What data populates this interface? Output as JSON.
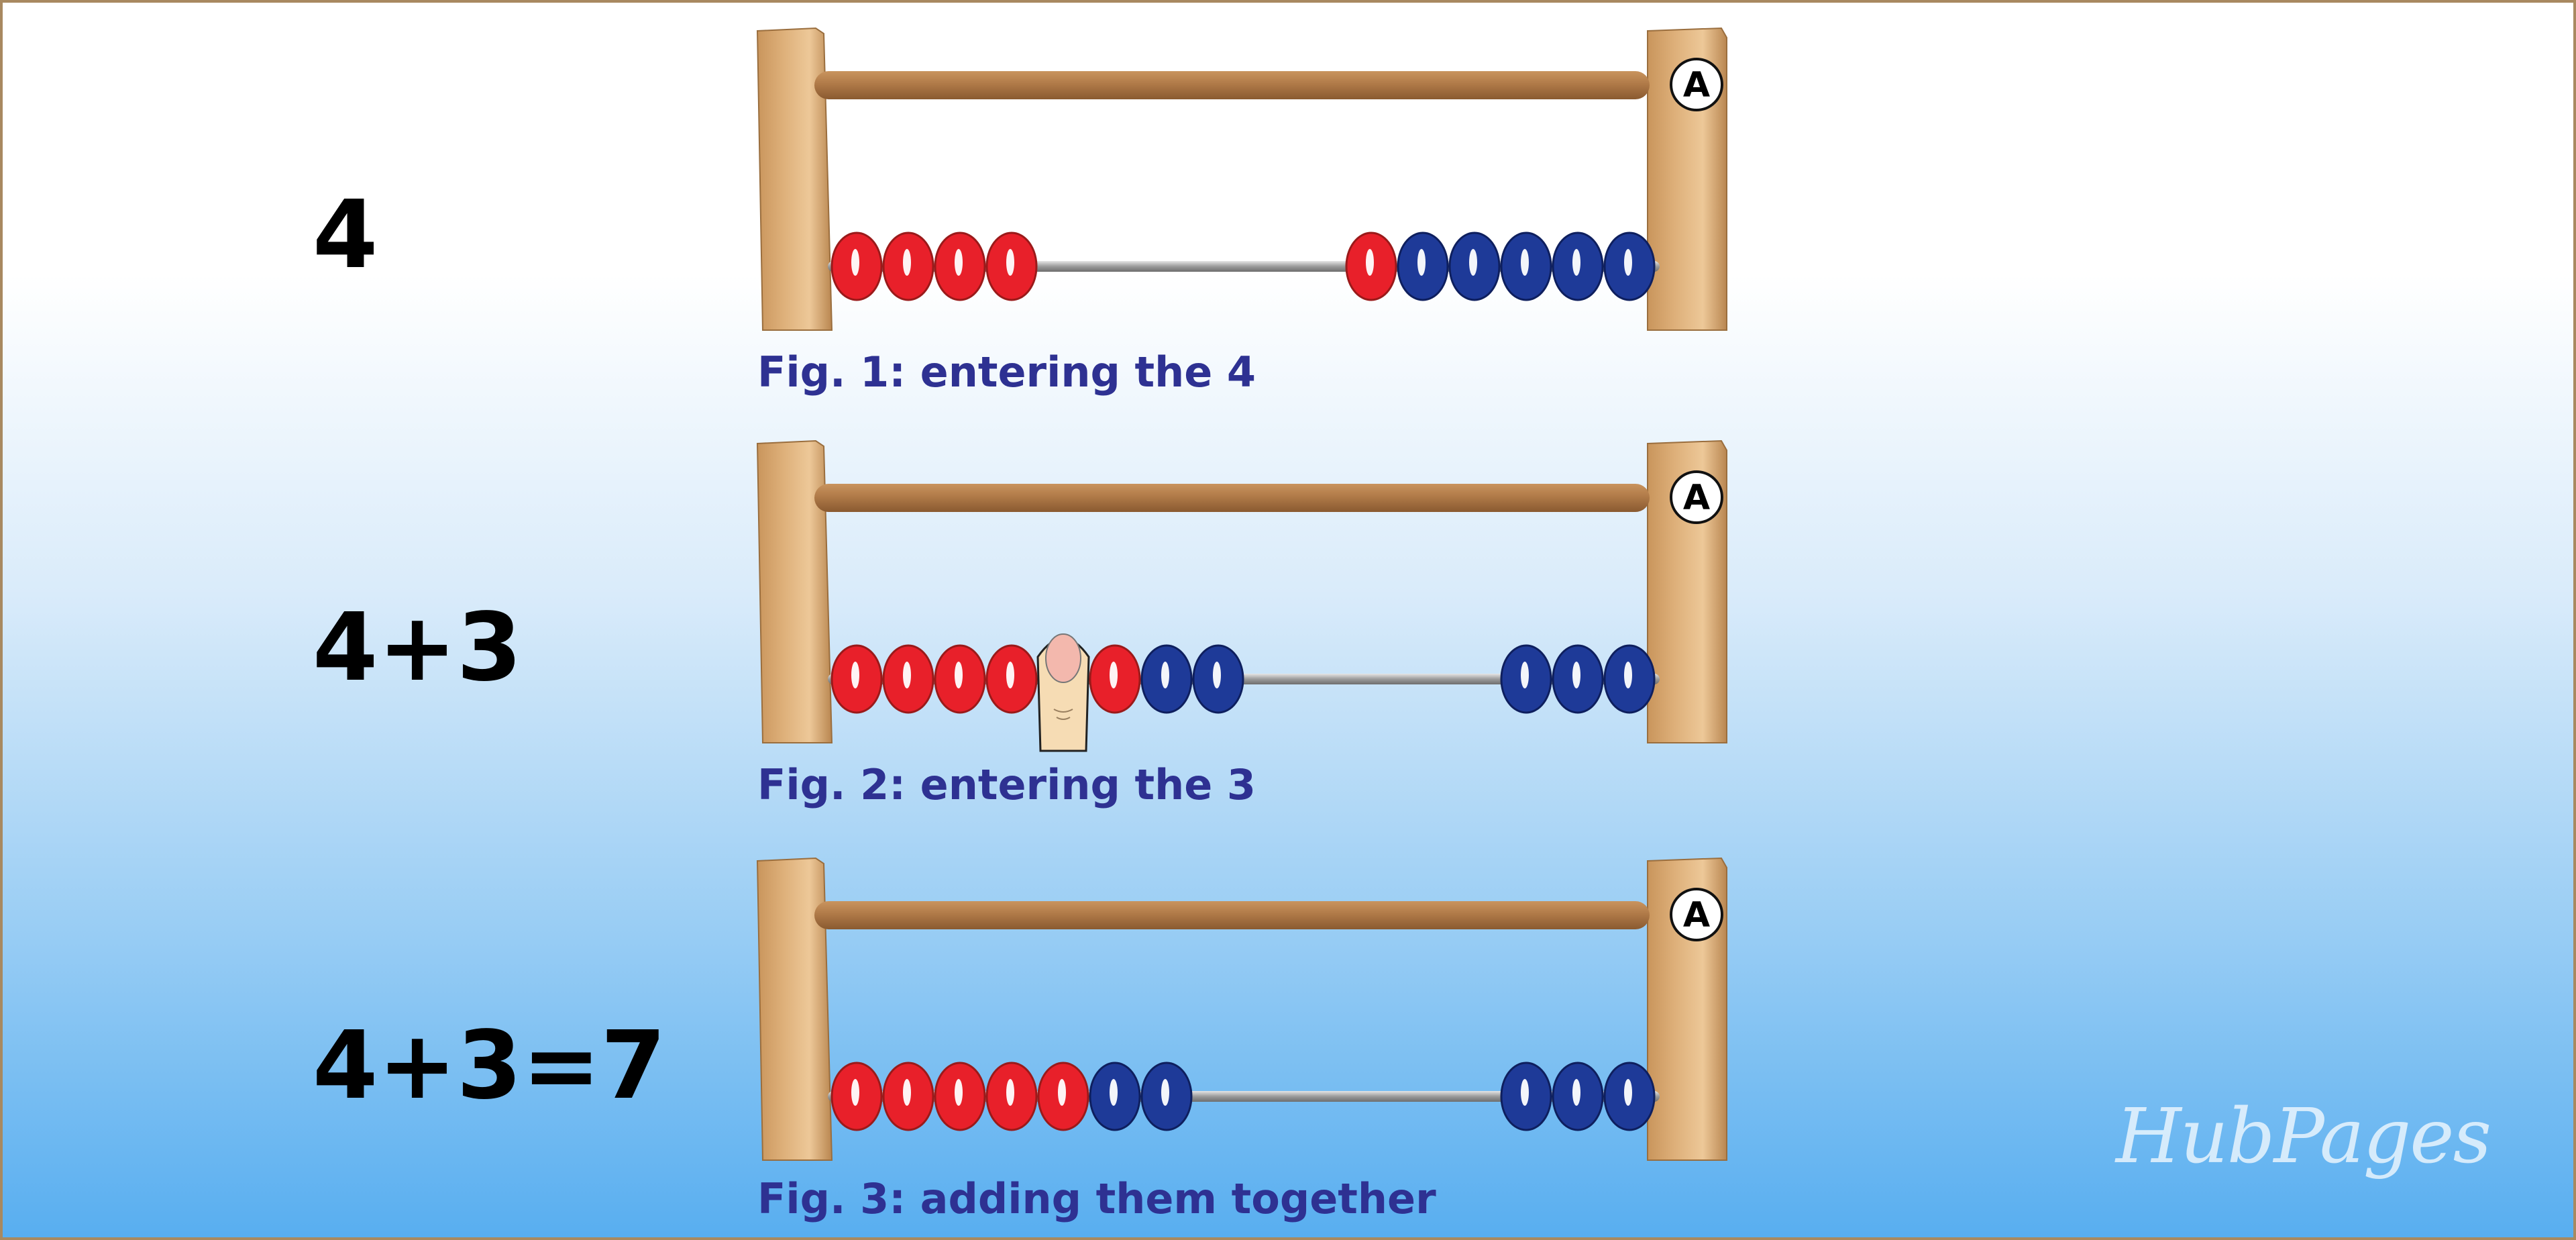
{
  "figures": [
    {
      "equation": "4",
      "caption": "Fig. 1: entering the 4",
      "marker": "A",
      "beads": [
        "red",
        "red",
        "red",
        "red",
        "gap",
        "red",
        "blue",
        "blue",
        "blue",
        "blue",
        "blue"
      ],
      "finger": false
    },
    {
      "equation": "4+3",
      "caption": "Fig. 2: entering the 3",
      "marker": "A",
      "beads": [
        "red",
        "red",
        "red",
        "red",
        "finger",
        "red",
        "blue",
        "blue",
        "gap",
        "blue",
        "blue",
        "blue"
      ],
      "finger": true
    },
    {
      "equation": "4+3=7",
      "caption": "Fig. 3: adding them together",
      "marker": "A",
      "beads": [
        "red",
        "red",
        "red",
        "red",
        "red",
        "blue",
        "blue",
        "gap",
        "blue",
        "blue",
        "blue"
      ],
      "finger": false
    }
  ],
  "watermark": "HubPages",
  "colors": {
    "red_bead": "#e8202a",
    "blue_bead": "#1e3a98",
    "wood": "#deb07a",
    "rod_top": "#b07a48",
    "caption_text": "#2e3192"
  }
}
